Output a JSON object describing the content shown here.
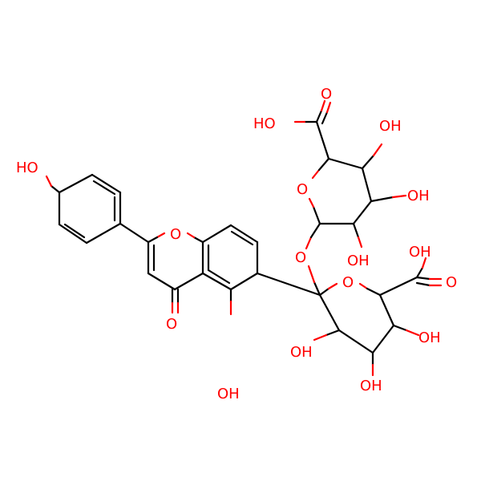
{
  "structure": {
    "colors": {
      "bond": "#000000",
      "heteroatom": "#ff0000",
      "background": "#ffffff"
    },
    "labels": {
      "oh_phenol": "HO",
      "ring_o_chromone": "O",
      "carbonyl_o": "O",
      "oh_5": "OH",
      "glycosidic_o": "O",
      "ring_o_lower": "O",
      "cooh_lower_oh": "OH",
      "cooh_lower_o": "O",
      "oh_lower_3": "OH",
      "oh_lower_4": "OH",
      "oh_lower_5": "OH",
      "ring_o_upper": "O",
      "cooh_upper_ho": "HO",
      "cooh_upper_o": "O",
      "oh_upper_3": "OH",
      "oh_upper_4": "OH",
      "oh_upper_5": "OH"
    }
  }
}
